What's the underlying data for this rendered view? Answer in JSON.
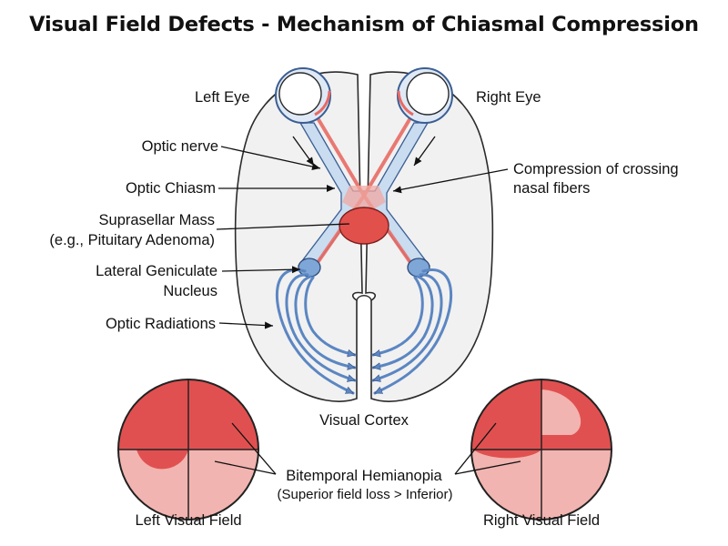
{
  "title": "Visual Field Defects - Mechanism of Chiasmal Compression",
  "labels": {
    "left_eye": "Left Eye",
    "right_eye": "Right Eye",
    "optic_nerve": "Optic nerve",
    "optic_chiasm": "Optic Chiasm",
    "suprasellar_mass_line1": "Suprasellar Mass",
    "suprasellar_mass_line2": "(e.g., Pituitary Adenoma)",
    "lgn_line1": "Lateral Geniculate",
    "lgn_line2": "Nucleus",
    "optic_radiations": "Optic Radiations",
    "compression_line1": "Compression of crossing",
    "compression_line2": "nasal fibers",
    "visual_cortex": "Visual Cortex",
    "bitemporal_line1": "Bitemporal Hemianopia",
    "bitemporal_line2": "(Superior field loss > Inferior)",
    "left_visual_field": "Left Visual Field",
    "right_visual_field": "Right Visual Field"
  },
  "colors": {
    "field_loss": "#e15050",
    "field_partial": "#f2b4b0",
    "mass": "#e2504c",
    "nerve_blue": "#5b86c2",
    "brain_fill": "#f1f1f1"
  }
}
